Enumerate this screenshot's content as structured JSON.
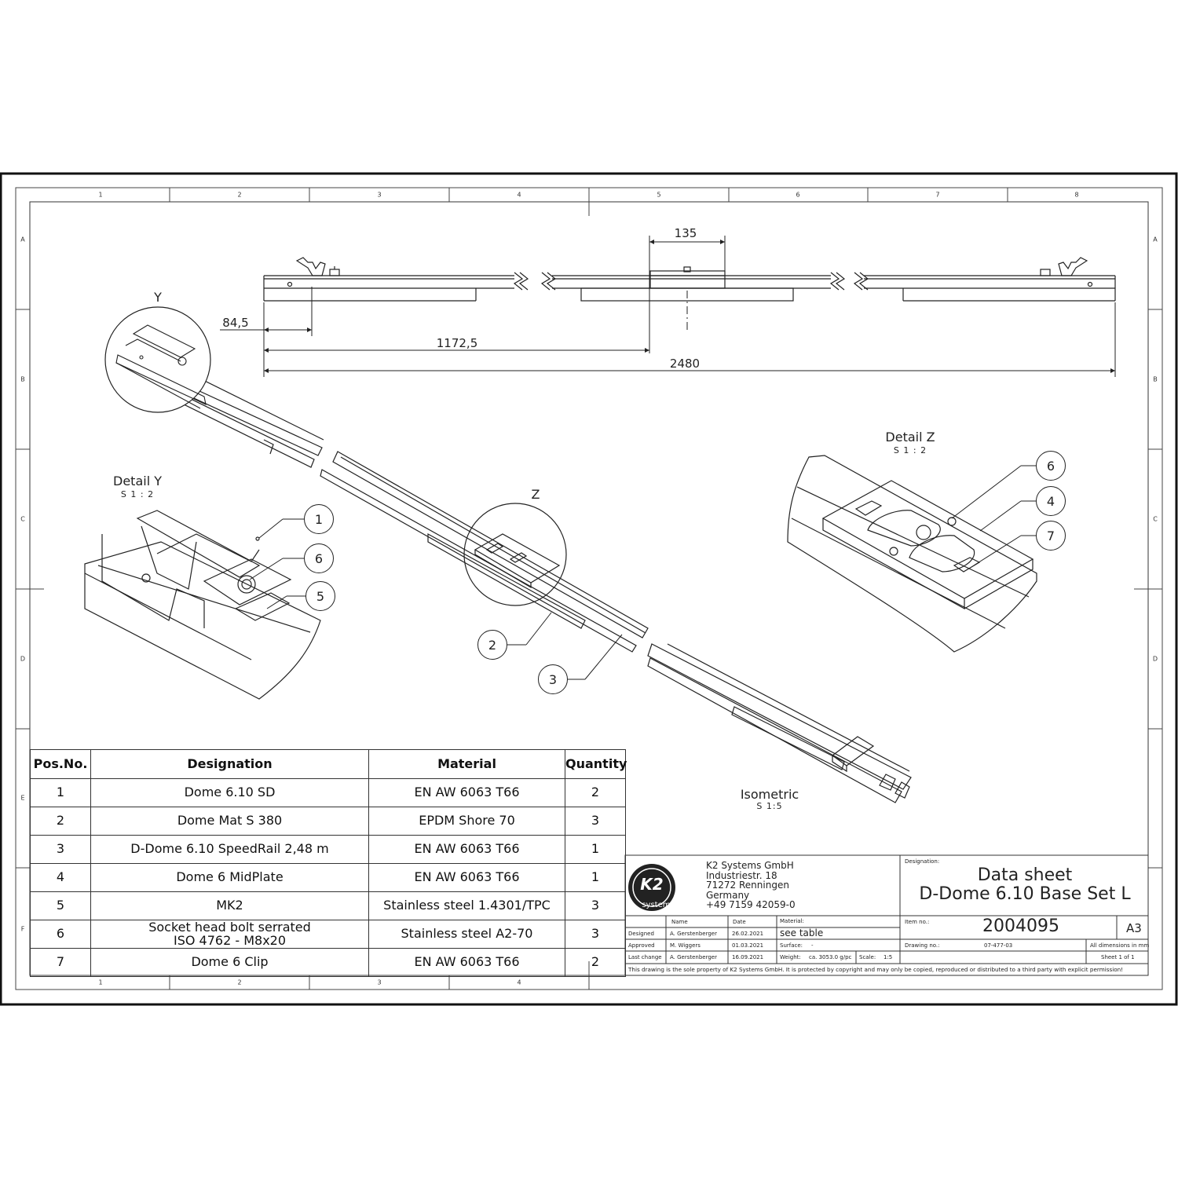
{
  "zones": {
    "columns": [
      "1",
      "2",
      "3",
      "4",
      "5",
      "6",
      "7",
      "8"
    ],
    "columns_bottom": [
      "1",
      "2",
      "3",
      "4"
    ],
    "rows": [
      "A",
      "B",
      "C",
      "D",
      "E",
      "F"
    ]
  },
  "dimensions": {
    "d135": "135",
    "d84_5": "84,5",
    "d1172_5": "1172,5",
    "d2480": "2480"
  },
  "views": {
    "y_label": "Y",
    "z_label": "Z",
    "detail_y": {
      "title": "Detail Y",
      "scale": "S 1 : 2"
    },
    "detail_z": {
      "title": "Detail Z",
      "scale": "S 1 : 2"
    },
    "isometric": {
      "title": "Isometric",
      "scale": "S 1:5"
    }
  },
  "balloons": [
    "1",
    "6",
    "5",
    "2",
    "3",
    "6",
    "4",
    "7"
  ],
  "parts_list": {
    "headers": [
      "Pos.No.",
      "Designation",
      "Material",
      "Quantity"
    ],
    "rows": [
      {
        "pos": "1",
        "designation": "Dome 6.10 SD",
        "designation2": "",
        "material": "EN AW 6063 T66",
        "qty": "2"
      },
      {
        "pos": "2",
        "designation": "Dome Mat S 380",
        "designation2": "",
        "material": "EPDM Shore 70",
        "qty": "3"
      },
      {
        "pos": "3",
        "designation": "D-Dome 6.10 SpeedRail 2,48 m",
        "designation2": "",
        "material": "EN AW 6063 T66",
        "qty": "1"
      },
      {
        "pos": "4",
        "designation": "Dome 6 MidPlate",
        "designation2": "",
        "material": "EN AW 6063 T66",
        "qty": "1"
      },
      {
        "pos": "5",
        "designation": "MK2",
        "designation2": "",
        "material": "Stainless steel 1.4301/TPC",
        "qty": "3"
      },
      {
        "pos": "6",
        "designation": "Socket head bolt serrated",
        "designation2": "ISO 4762 - M8x20",
        "material": "Stainless steel A2-70",
        "qty": "3"
      },
      {
        "pos": "7",
        "designation": "Dome 6 Clip",
        "designation2": "",
        "material": "EN AW 6063 T66",
        "qty": "2"
      }
    ]
  },
  "title_block": {
    "logo_text": "K2",
    "logo_sub": "systems",
    "company": [
      "K2 Systems GmbH",
      "Industriestr. 18",
      "71272 Renningen",
      "Germany",
      "+49 7159 42059-0"
    ],
    "designation_label": "Designation:",
    "title_line1": "Data sheet",
    "title_line2": "D-Dome 6.10 Base Set L",
    "col_name": "Name",
    "col_date": "Date",
    "designed_label": "Designed",
    "designed_name": "A. Gerstenberger",
    "designed_date": "26.02.2021",
    "approved_label": "Approved",
    "approved_name": "M. Wiggers",
    "approved_date": "01.03.2021",
    "lastchange_label": "Last change",
    "lastchange_name": "A. Gerstenberger",
    "lastchange_date": "16.09.2021",
    "material_label": "Material:",
    "material_value": "see table",
    "surface_label": "Surface:",
    "surface_value": "-",
    "weight_label": "Weight:",
    "weight_value": "ca. 3053.0 g/pc",
    "scale_label": "Scale:",
    "scale_value": "1:5",
    "item_label": "Item no.:",
    "item_value": "2004095",
    "format": "A3",
    "drawing_label": "Drawing no.:",
    "drawing_value": "07-477-03",
    "all_dims": "All dimensions in mm",
    "sheet": "Sheet 1 of 1",
    "copyright": "This drawing is the sole property of K2 Systems GmbH.  It is protected by copyright and may only be copied, reproduced or distributed to a third party with explicit permission!"
  },
  "colors": {
    "line": "#222222",
    "paper": "#ffffff"
  }
}
